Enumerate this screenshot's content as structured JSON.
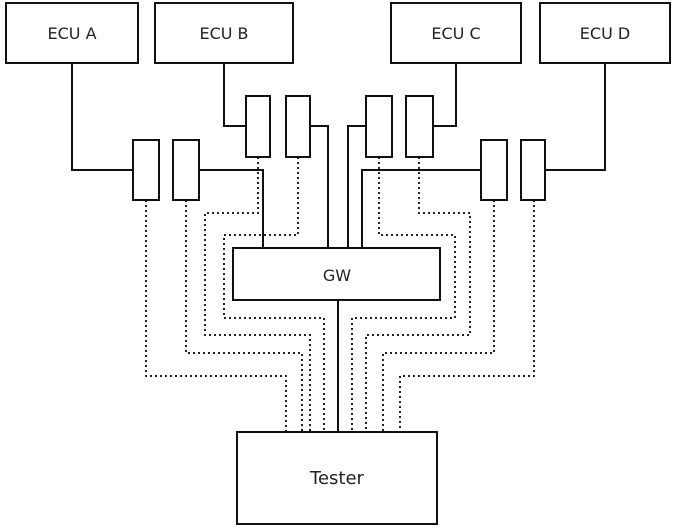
{
  "nodes": {
    "ecu_a": "ECU A",
    "ecu_b": "ECU B",
    "ecu_c": "ECU C",
    "ecu_d": "ECU D",
    "gateway": "GW",
    "tester": "Tester"
  }
}
